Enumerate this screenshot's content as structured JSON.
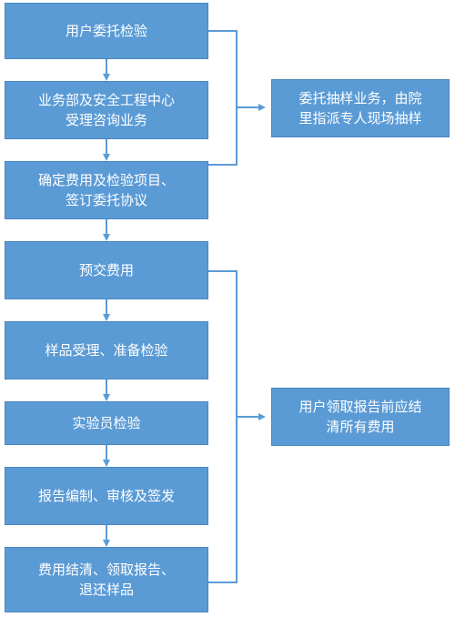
{
  "colors": {
    "box_fill": "#5b9bd5",
    "box_border": "#4a86bf",
    "text": "#ffffff",
    "connector": "#5b9bd5"
  },
  "steps": [
    {
      "label": "用户委托检验"
    },
    {
      "label": "业务部及安全工程中心\n受理咨询业务"
    },
    {
      "label": "确定费用及检验项目、\n签订委托协议"
    },
    {
      "label": "预交费用"
    },
    {
      "label": "样品受理、准备检验"
    },
    {
      "label": "实验员检验"
    },
    {
      "label": "报告编制、审核及签发"
    },
    {
      "label": "费用结清、领取报告、\n退还样品"
    }
  ],
  "notes": [
    {
      "label": "委托抽样业务，由院\n里指派专人现场抽样"
    },
    {
      "label": "用户领取报告前应结\n清所有费用"
    }
  ]
}
